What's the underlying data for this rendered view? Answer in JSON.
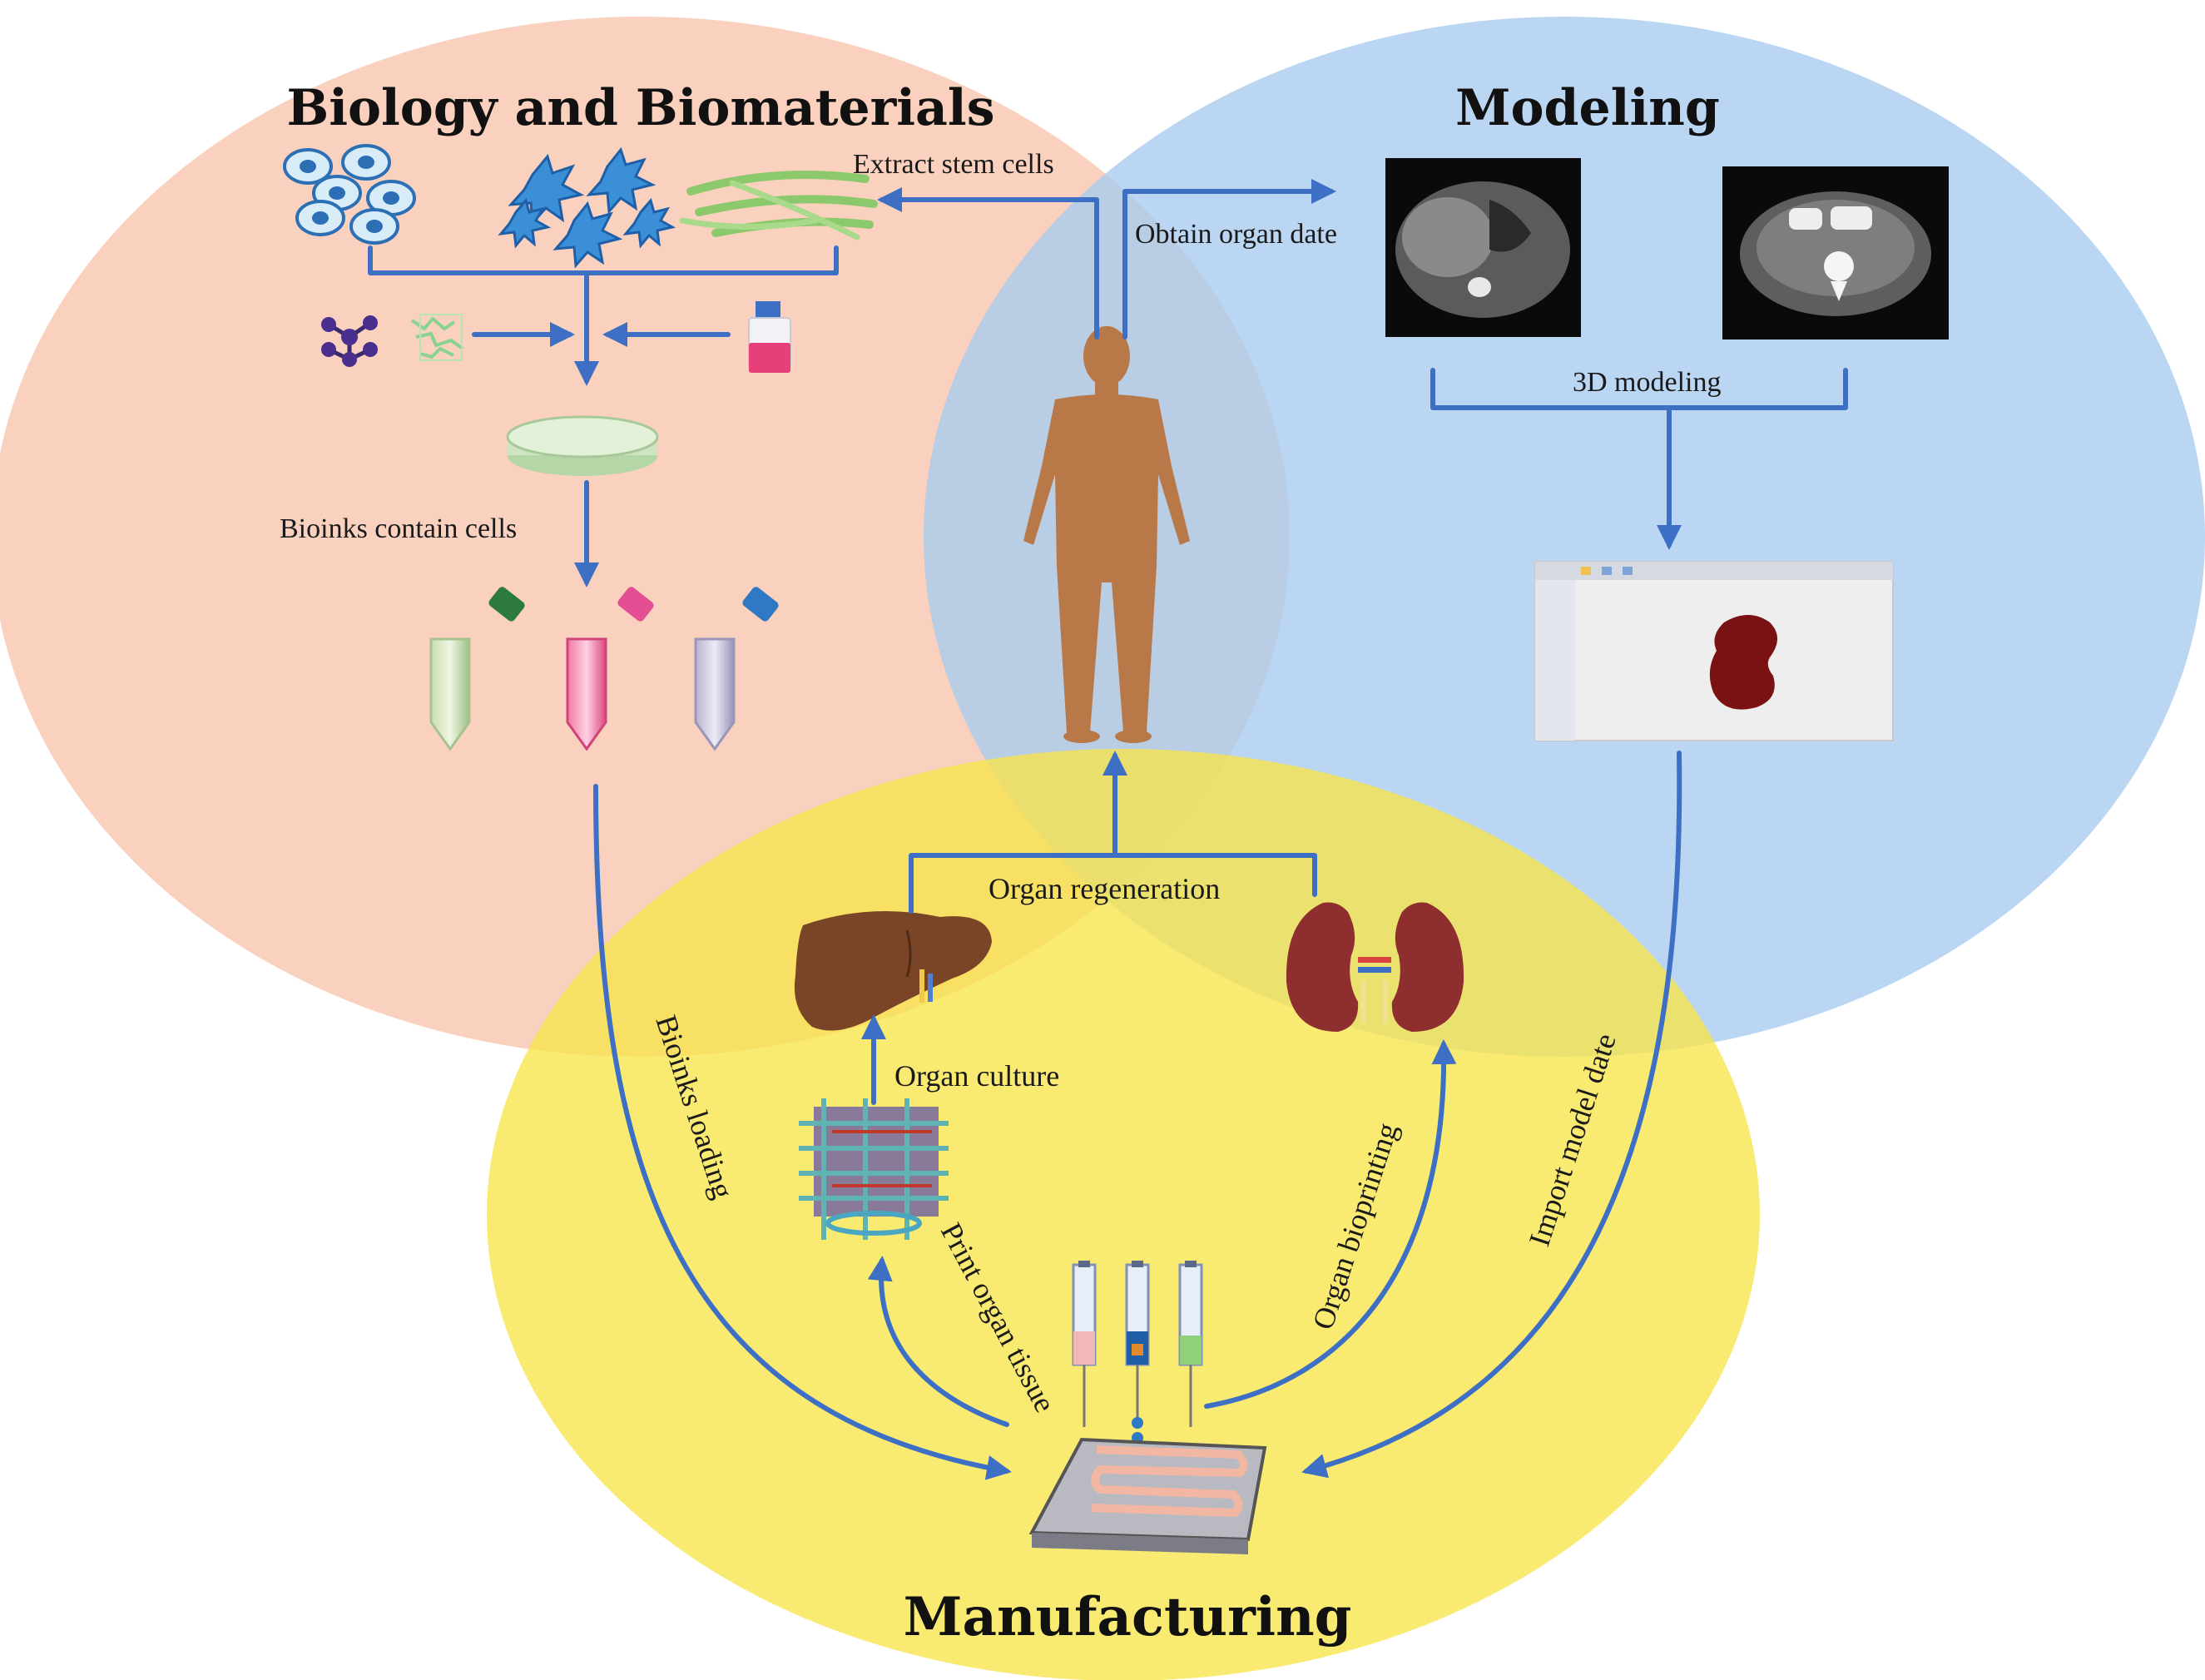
{
  "sections": {
    "biology": "Biology and Biomaterials",
    "modeling": "Modeling",
    "manufacturing": "Manufacturing"
  },
  "labels": {
    "extract_stem_cells": "Extract stem cells",
    "obtain_organ_date": "Obtain organ date",
    "three_d_modeling": "3D modeling",
    "bioinks_contain_cells": "Bioinks contain cells",
    "organ_regeneration": "Organ regeneration",
    "organ_culture": "Organ culture",
    "bioinks_loading": "Bioinks loading",
    "import_model_date": "Import model date",
    "organ_bioprinting": "Organ bioprinting",
    "print_organ_tissue": "Print organ tissue"
  },
  "colors": {
    "biology_circle": "#f8c9b3",
    "modeling_circle": "#a9ccef",
    "manufacturing_circle": "#f7e44a",
    "arrow": "#3d6fc4",
    "human": "#b97848",
    "kidney": "#8e2e2e",
    "liver": "#7a4426"
  },
  "icons": [
    "cell-cluster-icon",
    "stem-cell-icon",
    "fiber-cell-icon",
    "molecule-icon",
    "polymer-icon",
    "media-bottle-icon",
    "petri-dish-icon",
    "tube-icon",
    "human-body-icon",
    "ct-scan-icon",
    "cad-window-icon",
    "liver-icon",
    "kidney-icon",
    "scaffold-icon",
    "bioprinter-icon"
  ]
}
